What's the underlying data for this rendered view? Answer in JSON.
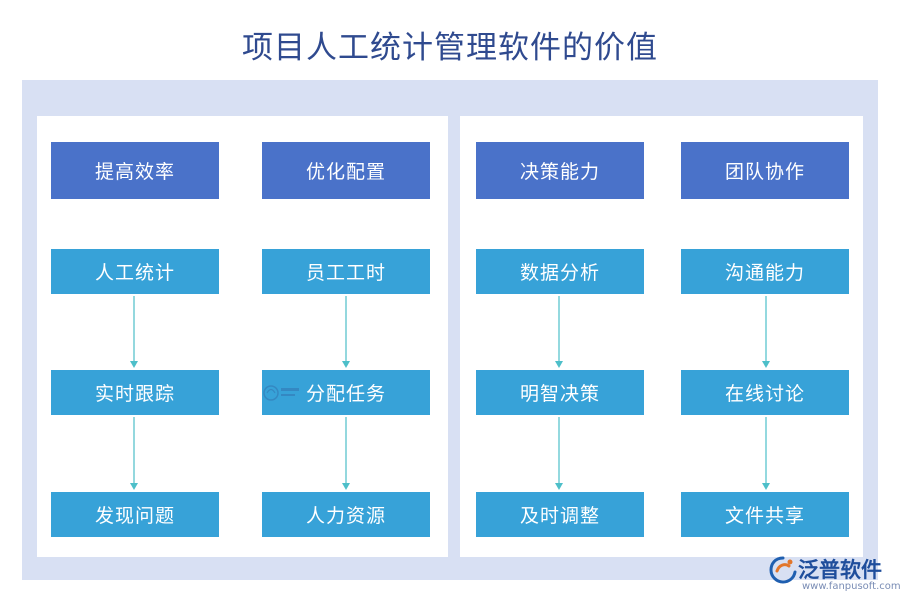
{
  "title": "项目人工统计管理软件的价值",
  "columns": [
    {
      "header": "提高效率",
      "items": [
        "人工统计",
        "实时跟踪",
        "发现问题"
      ]
    },
    {
      "header": "优化配置",
      "items": [
        "员工工时",
        "分配任务",
        "人力资源"
      ]
    },
    {
      "header": "决策能力",
      "items": [
        "数据分析",
        "明智决策",
        "及时调整"
      ]
    },
    {
      "header": "团队协作",
      "items": [
        "沟通能力",
        "在线讨论",
        "文件共享"
      ]
    }
  ],
  "logo": {
    "name": "泛普软件",
    "url": "www.fanpusoft.com"
  },
  "colors": {
    "header_box": "#4a72c9",
    "item_box": "#37a2d8",
    "arrow": "#4dbfc9",
    "frame": "#d8e0f3",
    "title": "#2f4a8f"
  }
}
